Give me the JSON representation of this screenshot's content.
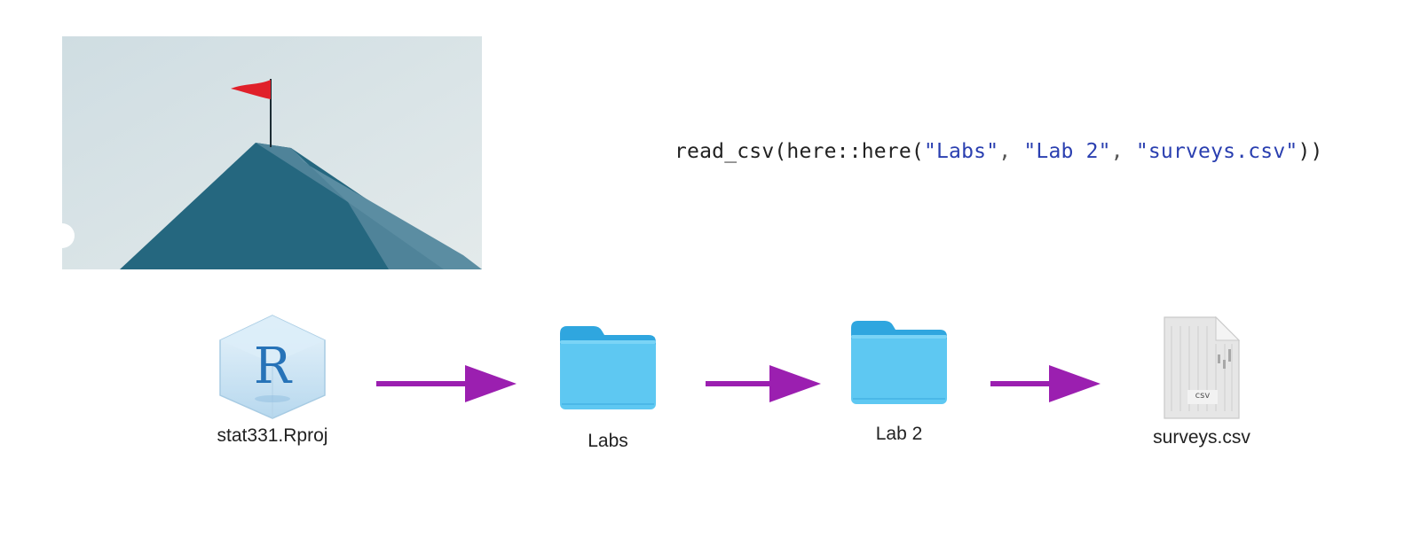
{
  "code": {
    "fn_open": "read_csv(here::here(",
    "arg1": "\"Labs\"",
    "sep1": ", ",
    "arg2": "\"Lab 2\"",
    "sep2": ", ",
    "arg3": "\"surveys.csv\"",
    "close": "))"
  },
  "path_nodes": [
    {
      "label": "stat331.Rproj",
      "icon": "rproj-file-icon"
    },
    {
      "label": "Labs",
      "icon": "folder-icon"
    },
    {
      "label": "Lab 2",
      "icon": "folder-icon"
    },
    {
      "label": "surveys.csv",
      "icon": "csv-file-icon"
    }
  ],
  "csv_badge": "csv",
  "colors": {
    "arrow": "#9b1fb0",
    "folder": "#5ec8f2",
    "string": "#2a3fb0",
    "mountain": "#25677f",
    "flag": "#e0202a",
    "sky": "#dbe5e8"
  }
}
